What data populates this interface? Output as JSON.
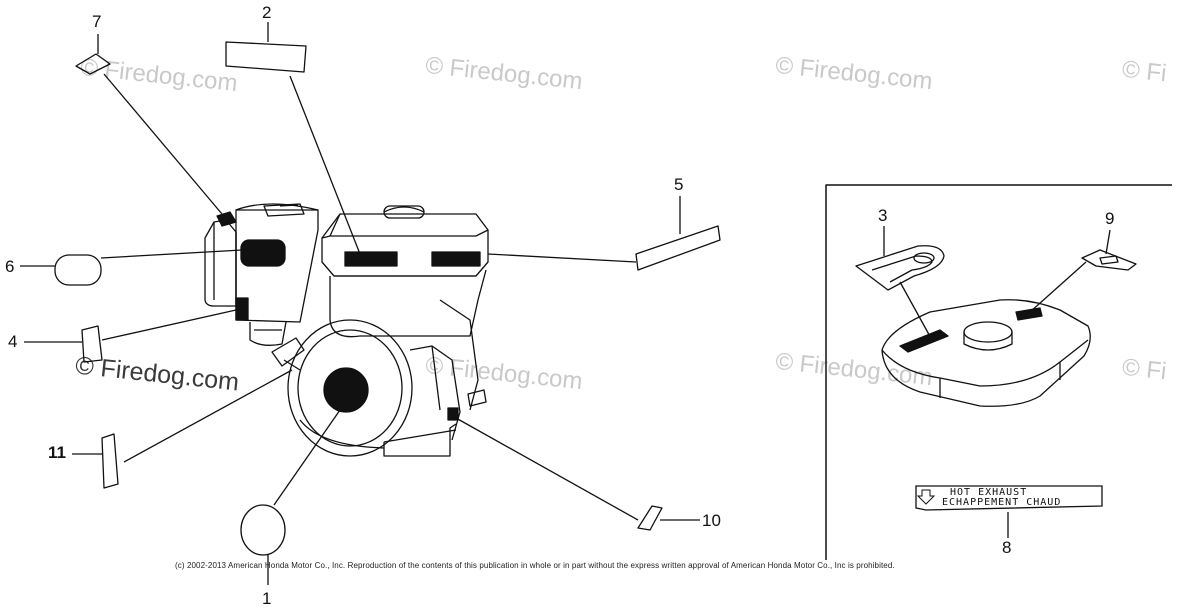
{
  "watermarks": [
    "© Firedog.com",
    "© Firedog.com",
    "© Firedog.com",
    "© Fi",
    "© Firedog.com",
    "© Firedog.com",
    "© Firedog.com",
    "© Fi"
  ],
  "callouts": [
    "1",
    "2",
    "3",
    "4",
    "5",
    "6",
    "7",
    "8",
    "9",
    "10",
    "11"
  ],
  "label8": {
    "line1": "HOT EXHAUST",
    "line2": "ECHAPPEMENT CHAUD"
  },
  "copyright": "(c) 2002-2013 American Honda Motor Co., Inc. Reproduction of the contents of this publication in whole or in part without the express written approval of American Honda Motor Co., Inc is prohibited."
}
